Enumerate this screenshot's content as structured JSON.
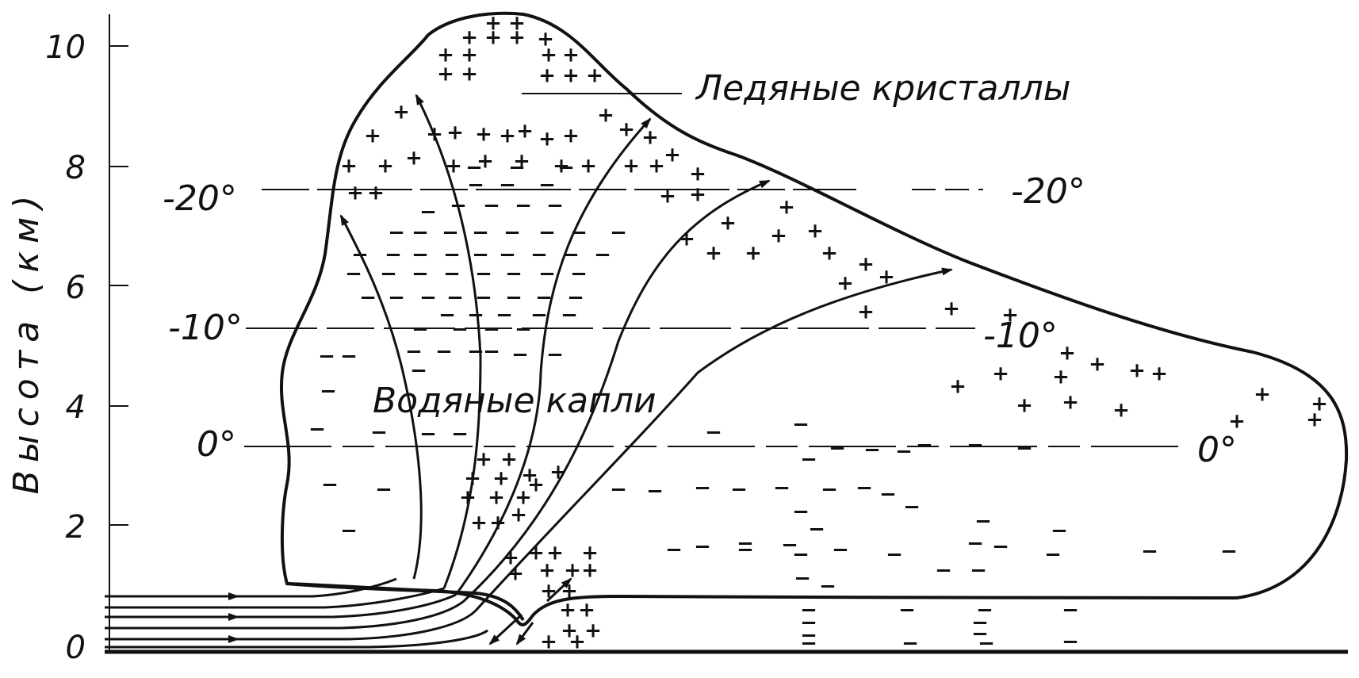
{
  "y_axis": {
    "label": "Высота (км)",
    "ticks": [
      "0",
      "2",
      "4",
      "6",
      "8",
      "10"
    ]
  },
  "labels": {
    "ice_crystals": "Ледяные кристаллы",
    "water_drops": "Водяные капли"
  },
  "isotherms": {
    "minus20_left": "-20°",
    "minus20_right": "-20°",
    "minus10_left": "-10°",
    "minus10_right": "-10°",
    "zero_left": "0°",
    "zero_right": "0°"
  },
  "charges": {
    "positive": "+",
    "negative": "−"
  }
}
